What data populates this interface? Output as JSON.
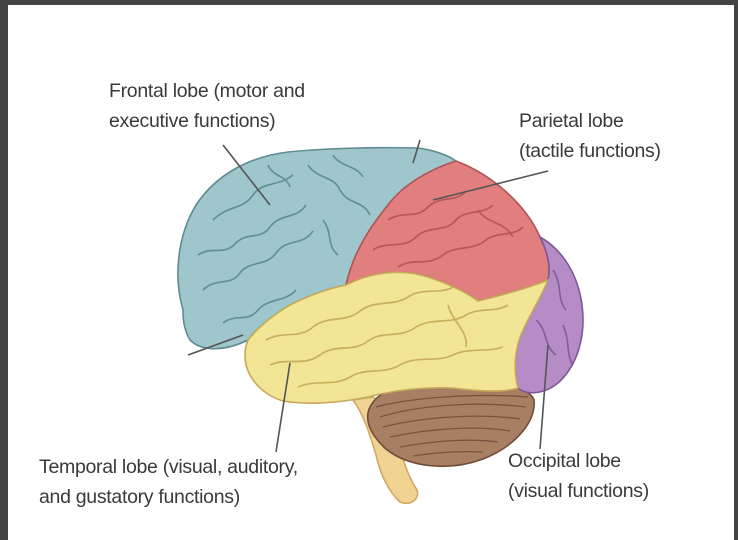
{
  "labels": {
    "frontal": {
      "line1": "Frontal lobe (motor and",
      "line2": "executive functions)"
    },
    "parietal": {
      "line1": "Parietal lobe",
      "line2": "(tactile functions)"
    },
    "temporal": {
      "line1": "Temporal lobe (visual, auditory,",
      "line2": "and gustatory functions)"
    },
    "occipital": {
      "line1": "Occipital lobe",
      "line2": "(visual functions)"
    }
  },
  "colors": {
    "frontal": "#9fc6cc",
    "parietal": "#e07f7e",
    "temporal": "#f2e596",
    "occipital": "#b68cc7",
    "cerebellum": "#a87f63",
    "brainstem": "#f0d391",
    "frame": "#444444"
  }
}
